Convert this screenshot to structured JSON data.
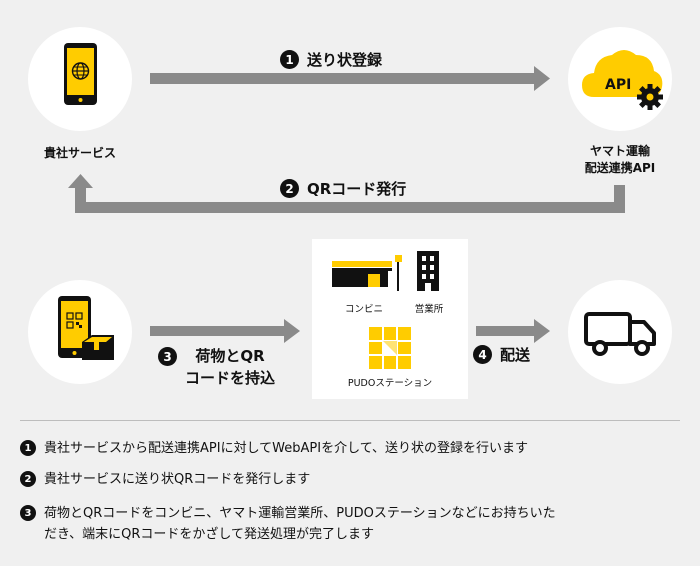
{
  "nodes": {
    "your_service": "貴社サービス",
    "yamato_api_line1": "ヤマト運輸",
    "yamato_api_line2": "配送連携API",
    "api_badge": "API"
  },
  "steps": {
    "s1": {
      "num": "1",
      "label": "送り状登録"
    },
    "s2": {
      "num": "2",
      "label": "QRコード発行"
    },
    "s3": {
      "num": "3",
      "label_line1": "荷物とQR",
      "label_line2": "コードを持込"
    },
    "s4": {
      "num": "4",
      "label": "配送"
    }
  },
  "dropoff": {
    "convenience": "コンビニ",
    "office": "営業所",
    "pudo": "PUDOステーション"
  },
  "notes": [
    {
      "num": "1",
      "text": "貴社サービスから配送連携APIに対してWebAPIを介して、送り状の登録を行います"
    },
    {
      "num": "2",
      "text": "貴社サービスに送り状QRコードを発行します"
    },
    {
      "num": "3",
      "text_line1": "荷物とQRコードをコンビニ、ヤマト運輸営業所、PUDOステーションなどにお持ちいた",
      "text_line2": "だき、端末にQRコードをかざして発送処理が完了します"
    }
  ],
  "colors": {
    "background": "#f0f0f0",
    "accent_yellow": "#ffcc00",
    "arrow_gray": "#8a8a8a",
    "dark": "#111111"
  },
  "icons": [
    "phone-globe-icon",
    "cloud-api-gear-icon",
    "phone-qr-parcel-icon",
    "convenience-store-icon",
    "office-building-icon",
    "pudo-locker-icon",
    "delivery-truck-icon"
  ]
}
